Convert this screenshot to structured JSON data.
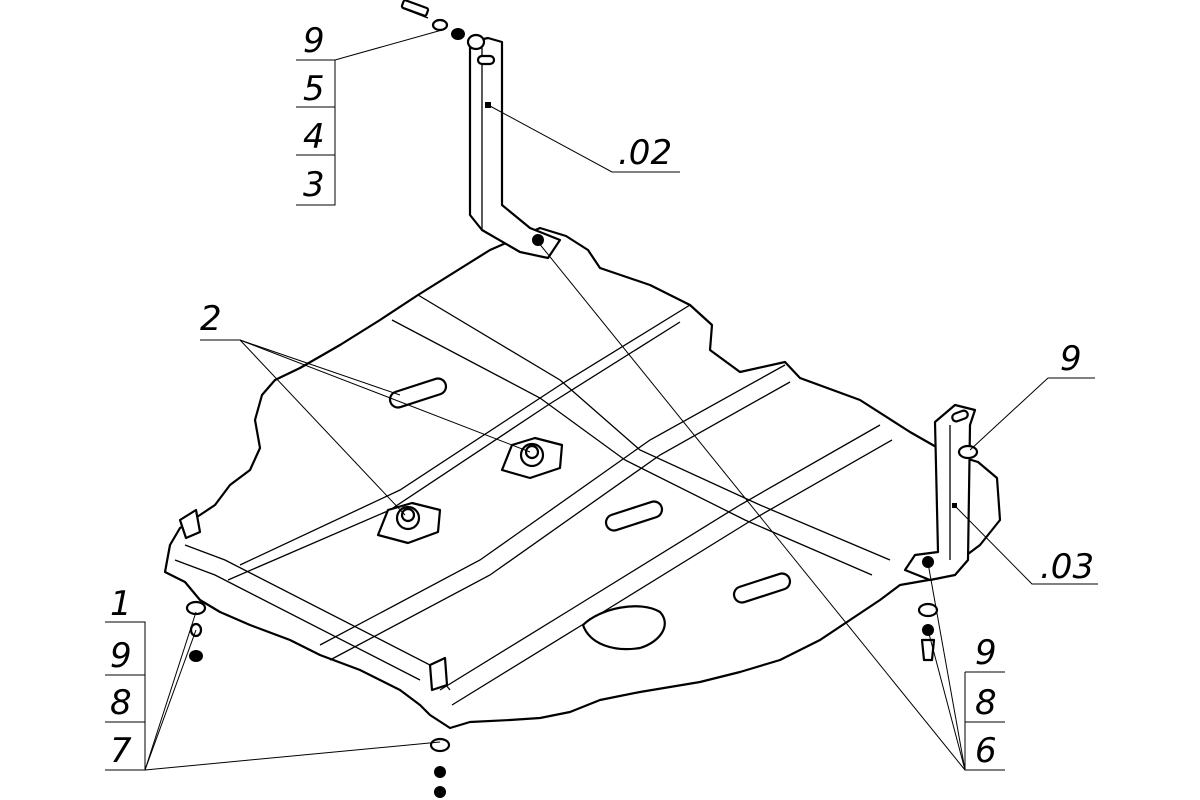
{
  "callouts": {
    "top_left_stack": [
      "9",
      "5",
      "4",
      "3"
    ],
    "part_02": ".02",
    "part_2": "2",
    "right_top_9": "9",
    "part_03": ".03",
    "bottom_left_stack": [
      "1",
      "9",
      "8",
      "7"
    ],
    "bottom_right_stack": [
      "9",
      "8",
      "6"
    ]
  },
  "colors": {
    "line": "#000000",
    "background": "#ffffff"
  }
}
